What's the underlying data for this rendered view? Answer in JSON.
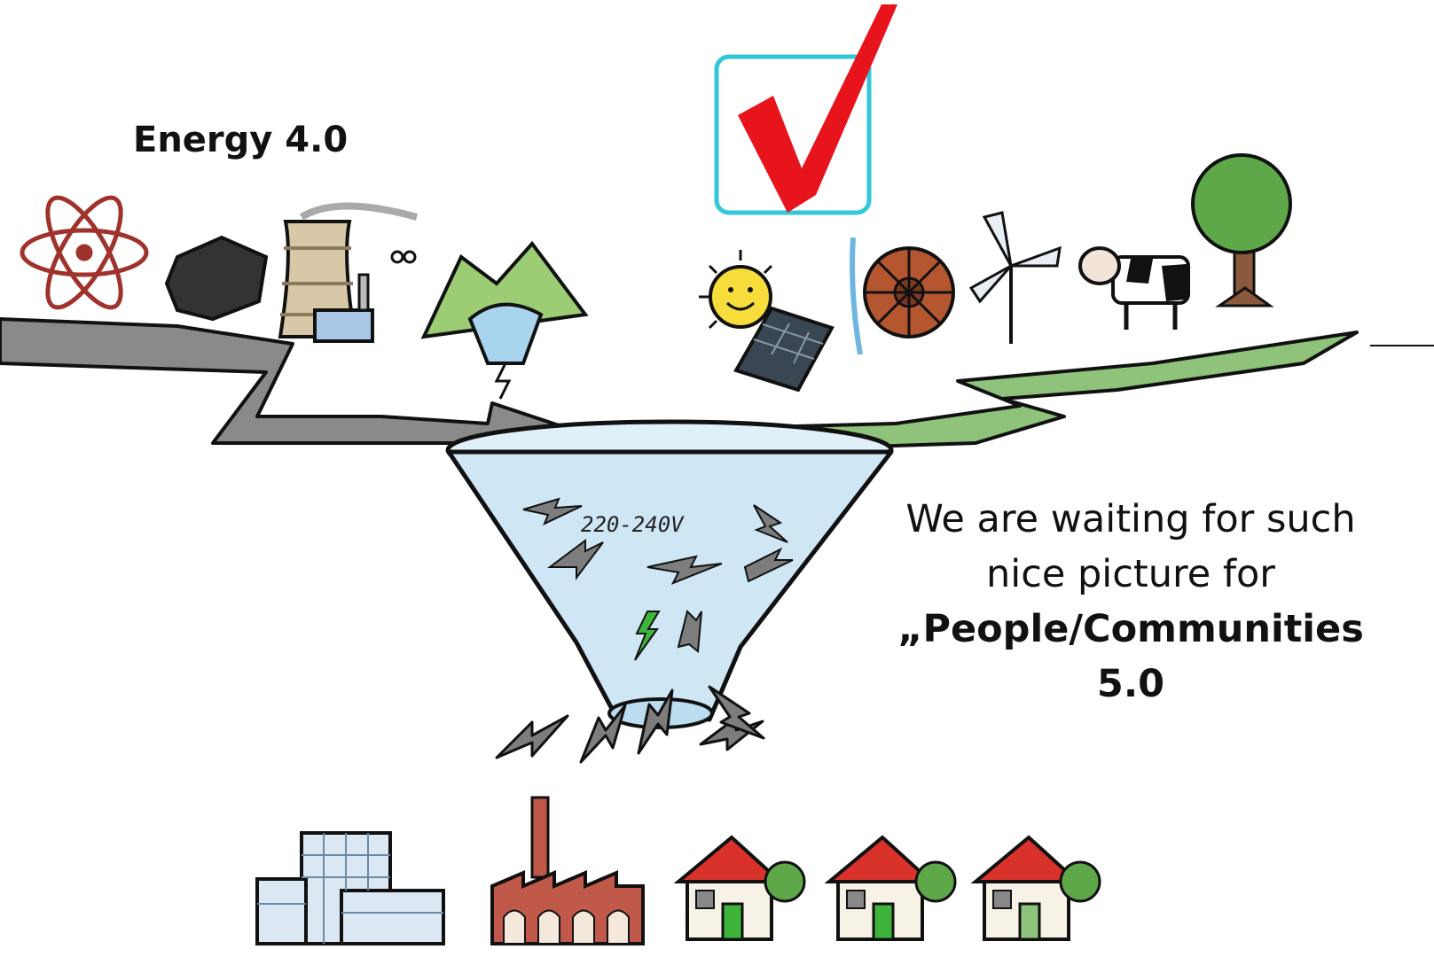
{
  "heading": "Energy 4.0",
  "voltage_label": "220-240V",
  "caption": {
    "line1": "We are waiting for such",
    "line2": "nice picture for",
    "line3": "„People/Communities",
    "line4": "5.0"
  },
  "colors": {
    "check": "#e8141b",
    "check_box": "#33c6d8",
    "arrow_grey": "#8a8a8a",
    "arrow_green": "#8fc27a",
    "funnel_water": "#cfe6f5",
    "bolt_green": "#3fb43a",
    "roof_red": "#d8322b",
    "brick": "#c0594a"
  },
  "icons": {
    "sources_left": [
      "atom-icon",
      "coal-icon",
      "power-plant-icon",
      "hydro-dam-icon"
    ],
    "sources_right": [
      "sun-icon",
      "solar-panel-icon",
      "water-wheel-icon",
      "wind-turbine-icon",
      "cow-icon",
      "tree-icon"
    ],
    "consumers": [
      "office-building-icon",
      "factory-icon",
      "house-icon",
      "house-icon",
      "house-icon"
    ]
  }
}
